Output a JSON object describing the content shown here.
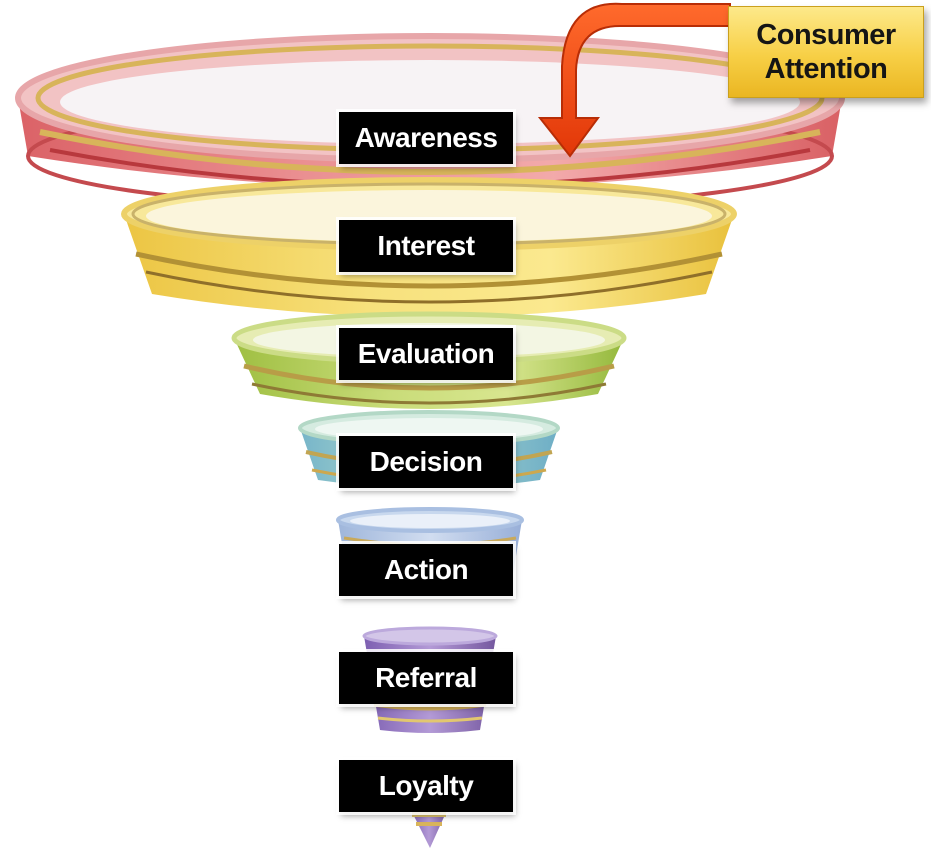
{
  "callout": {
    "line1": "Consumer",
    "line2": "Attention"
  },
  "stages": [
    {
      "label": "Awareness",
      "color": "#e0787c"
    },
    {
      "label": "Interest",
      "color": "#f0d45a"
    },
    {
      "label": "Evaluation",
      "color": "#b9cf5f"
    },
    {
      "label": "Decision",
      "color": "#8fc7b9"
    },
    {
      "label": "Action",
      "color": "#b9c8e6"
    },
    {
      "label": "Referral",
      "color": "#9b7cc0"
    },
    {
      "label": "Loyalty",
      "color": "#6e5aa8"
    }
  ],
  "colors": {
    "arrow": "#f24a12",
    "band_gold": "#d8b45a",
    "label_bg": "#000000",
    "label_text": "#ffffff",
    "callout_bg": "#f7cf45"
  }
}
